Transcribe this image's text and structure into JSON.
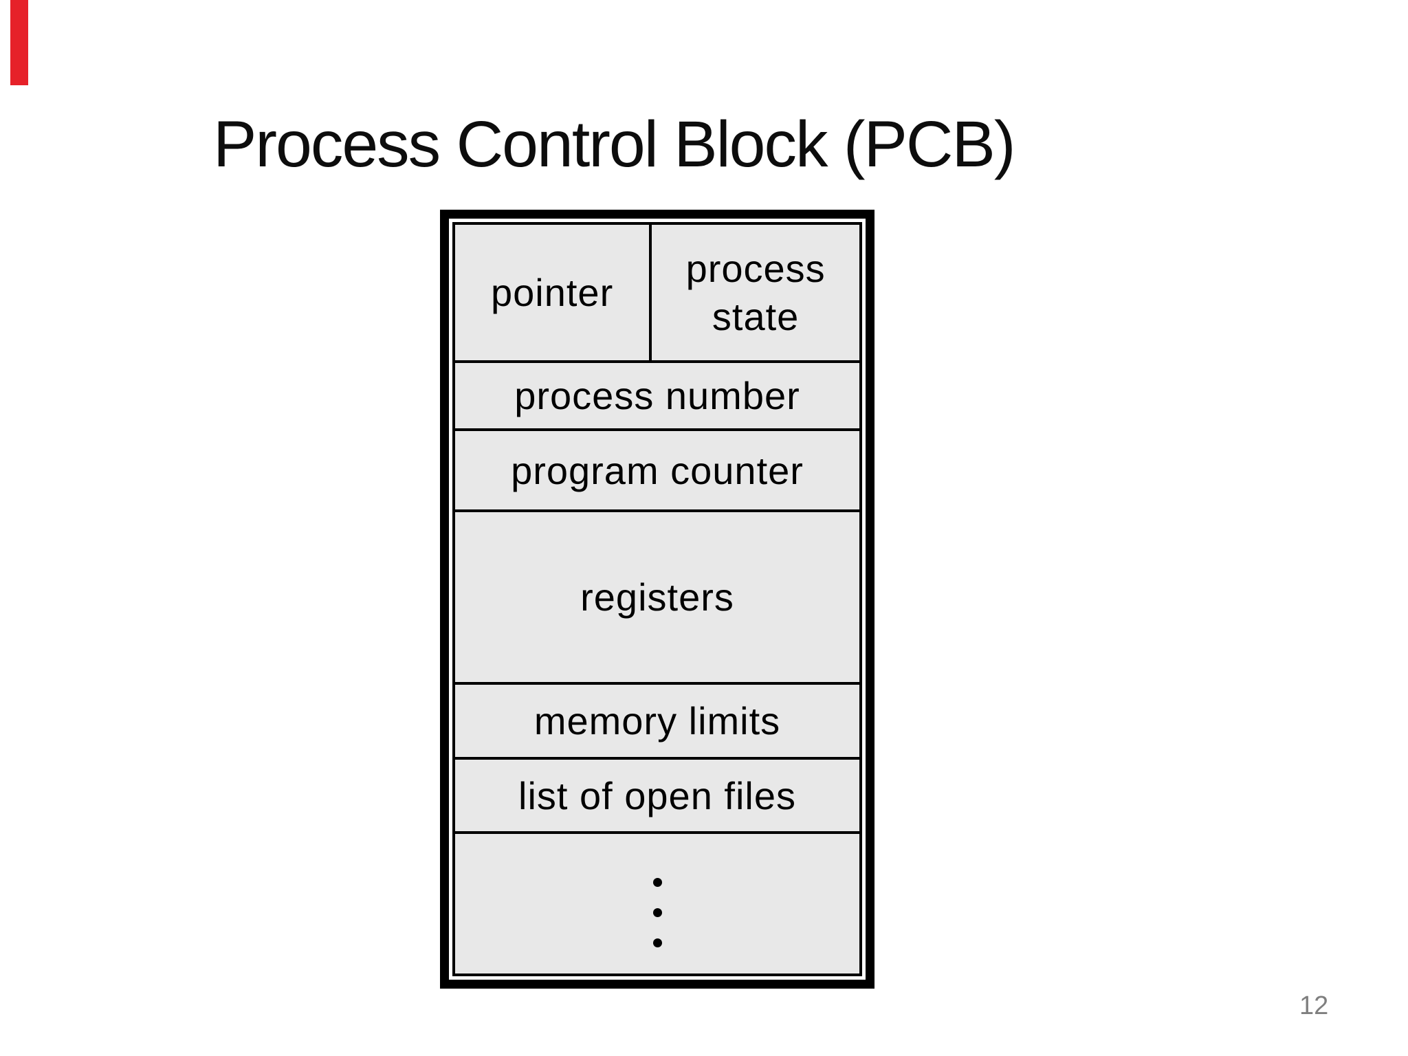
{
  "slide": {
    "title": "Process Control Block (PCB)",
    "page_number": "12",
    "background_color": "#ffffff",
    "title_color": "#0d0d0d",
    "page_number_color": "#7f7f7f",
    "red_marker_color": "#e62129"
  },
  "pcb_diagram": {
    "top_row": {
      "left_cell": "pointer",
      "right_cell": "process state"
    },
    "rows": [
      "process number",
      "program counter",
      "registers",
      "memory limits",
      "list of open files"
    ],
    "ellipsis_dot_count": 3,
    "cell_background": "#e8e8e8",
    "border_color": "#000000"
  }
}
